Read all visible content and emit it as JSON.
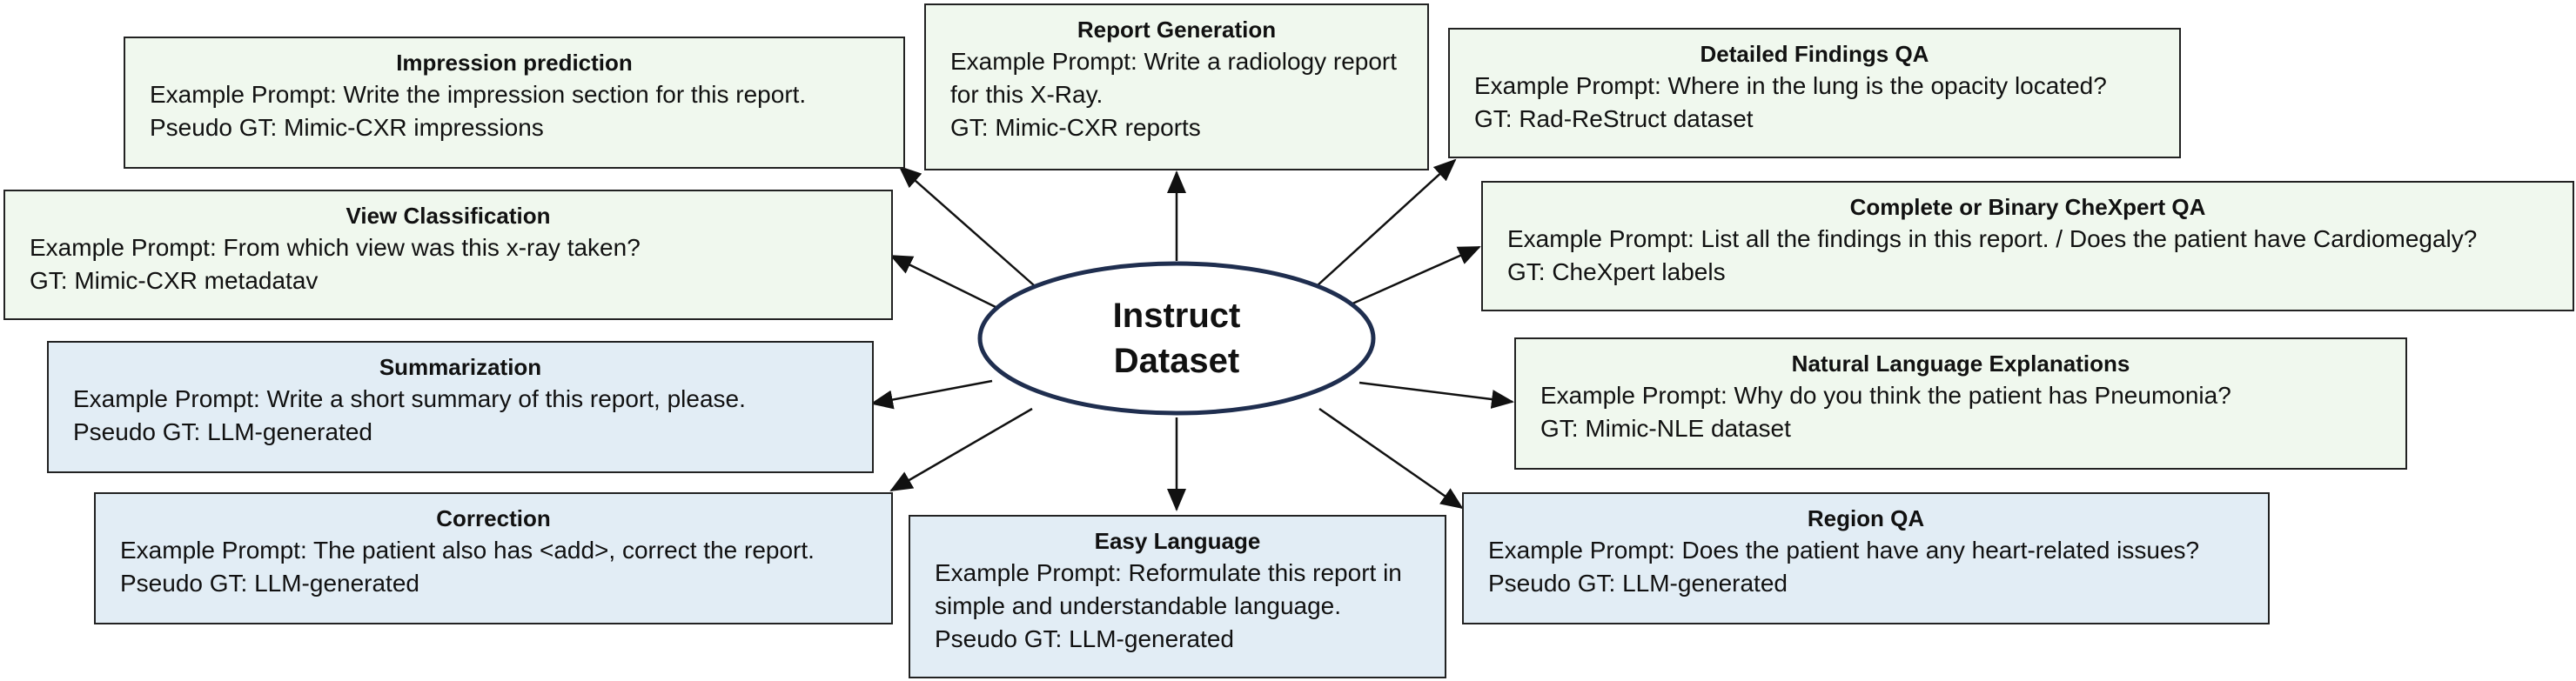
{
  "center": {
    "line1": "Instruct",
    "line2": "Dataset"
  },
  "tasks": {
    "impression": {
      "title": "Impression prediction",
      "prompt": "Example Prompt: Write the impression section for this report.",
      "gt": "Pseudo GT: Mimic-CXR impressions"
    },
    "report": {
      "title": "Report Generation",
      "prompt": "Example Prompt: Write a radiology report for this X-Ray.",
      "gt": "GT: Mimic-CXR reports"
    },
    "findings": {
      "title": "Detailed Findings QA",
      "prompt": "Example Prompt: Where in the lung is the opacity located?",
      "gt": "GT: Rad-ReStruct dataset"
    },
    "view": {
      "title": "View Classification",
      "prompt": "Example Prompt: From which view was this x-ray taken?",
      "gt": "GT: Mimic-CXR metadatav"
    },
    "chexpert": {
      "title": "Complete or Binary CheXpert QA",
      "prompt": "Example Prompt: List all the findings in this report. / Does the patient have Cardiomegaly?",
      "gt": "GT: CheXpert labels"
    },
    "summarization": {
      "title": "Summarization",
      "prompt": "Example Prompt: Write a short summary of this report, please.",
      "gt": "Pseudo GT: LLM-generated"
    },
    "nle": {
      "title": "Natural Language Explanations",
      "prompt": "Example Prompt: Why do you think the patient has Pneumonia?",
      "gt": "GT: Mimic-NLE dataset"
    },
    "correction": {
      "title": "Correction",
      "prompt": "Example Prompt: The patient also has <add>, correct the report.",
      "gt": "Pseudo GT: LLM-generated"
    },
    "easy": {
      "title": "Easy Language",
      "prompt": "Example Prompt: Reformulate this report in simple and understandable language.",
      "gt": "Pseudo GT: LLM-generated"
    },
    "region": {
      "title": "Region QA",
      "prompt": "Example Prompt: Does the patient have any heart-related issues?",
      "gt": "Pseudo GT: LLM-generated"
    }
  },
  "colors": {
    "green_fill": "#f0f8ee",
    "blue_fill": "#e2edf5",
    "ellipse_stroke": "#1f2e4f",
    "line": "#111111"
  }
}
